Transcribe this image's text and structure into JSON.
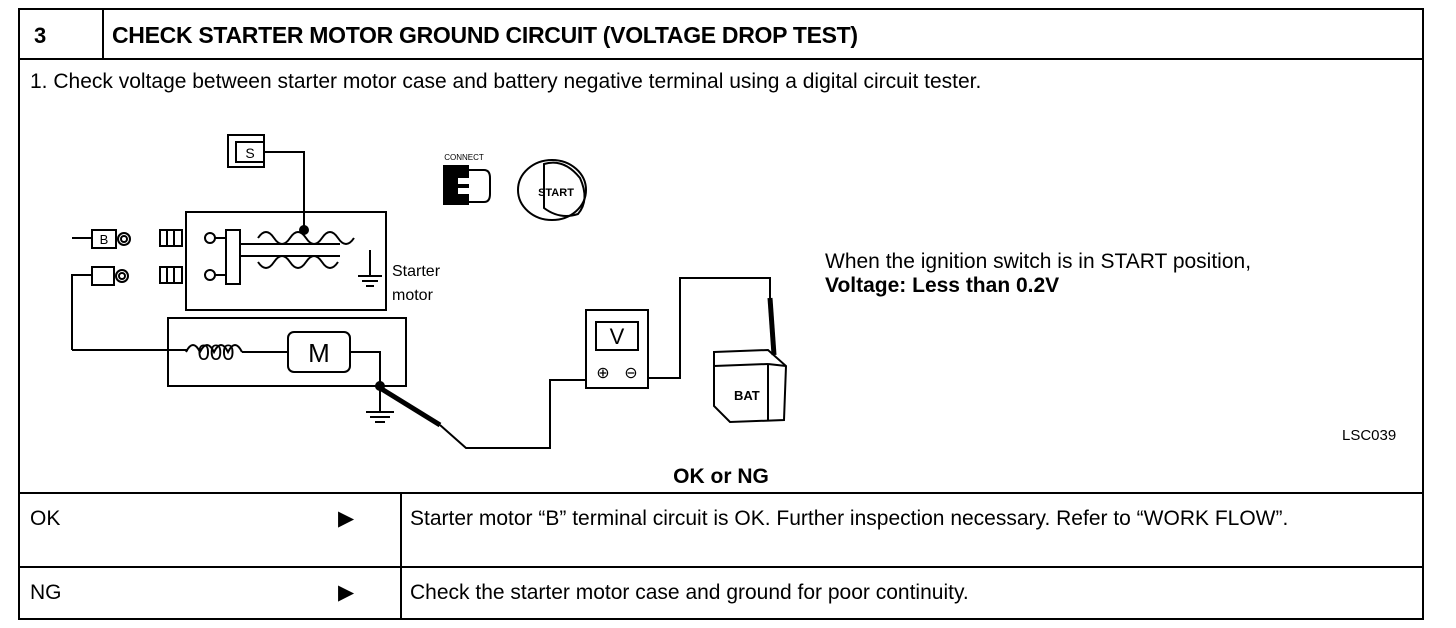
{
  "header": {
    "step_number": "3",
    "title": "CHECK STARTER MOTOR GROUND CIRCUIT (VOLTAGE DROP TEST)"
  },
  "instruction": "1.  Check voltage between starter motor case and battery negative terminal using a digital circuit tester.",
  "diagram": {
    "s_label": "S",
    "b_label": "B",
    "connect_label": "CONNECT",
    "start_label": "START",
    "starter_line1": "Starter",
    "starter_line2": "motor",
    "motor_label": "M",
    "coil_label": "000",
    "meter_label": "V",
    "meter_plus": "⊕",
    "meter_minus": "⊖",
    "battery_label": "BAT",
    "figure_id": "LSC039"
  },
  "spec": {
    "line1": "When the ignition switch is in START position,",
    "line2": "Voltage: Less than 0.2V"
  },
  "decision_label": "OK or NG",
  "results": [
    {
      "label": "OK",
      "arrow": "▶",
      "text": "Starter motor “B” terminal circuit is OK. Further inspection necessary. Refer to “WORK FLOW”."
    },
    {
      "label": "NG",
      "arrow": "▶",
      "text": "Check the starter motor case and ground for poor continuity."
    }
  ]
}
